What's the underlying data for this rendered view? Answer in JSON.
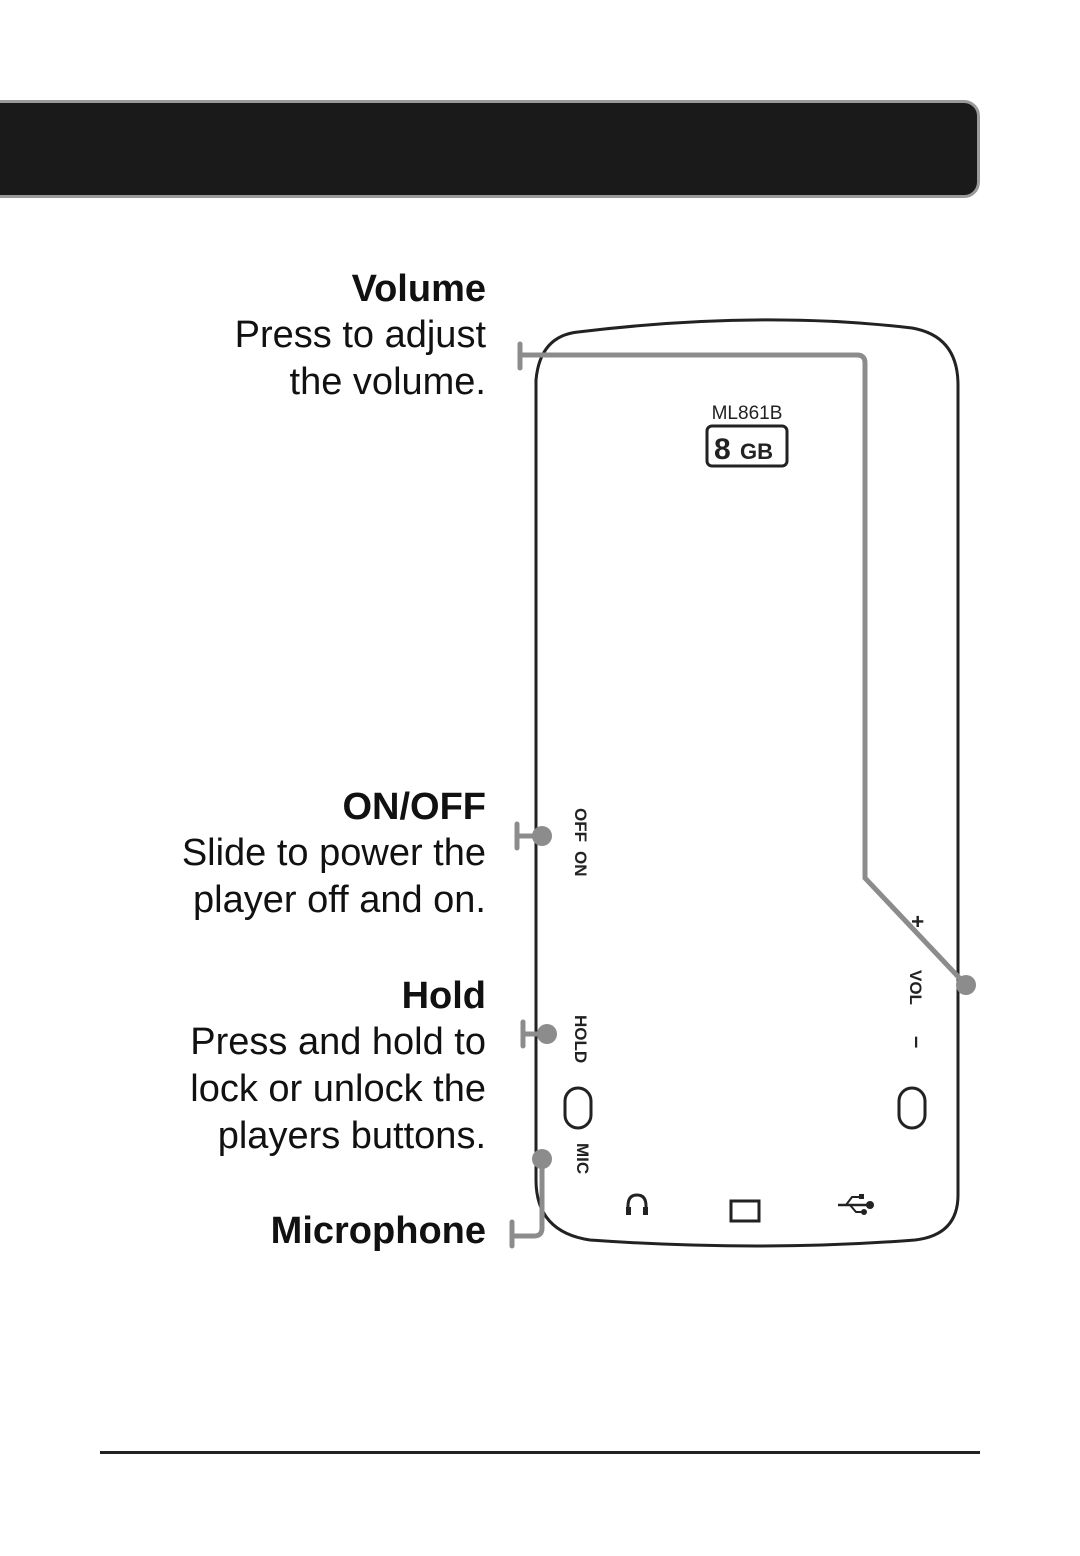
{
  "callouts": {
    "volume": {
      "title": "Volume",
      "desc_lines": [
        "Press to adjust",
        "the volume."
      ]
    },
    "onoff": {
      "title": "ON/OFF",
      "desc_lines": [
        "Slide to power the",
        "player off and on."
      ]
    },
    "hold": {
      "title": "Hold",
      "desc_lines": [
        "Press and hold to",
        "lock or unlock the",
        "players buttons."
      ]
    },
    "microphone": {
      "title": "Microphone"
    }
  },
  "device": {
    "model": "ML861B",
    "capacity_number": "8",
    "capacity_unit": "GB",
    "switch_off_label": "OFF",
    "switch_on_label": "ON",
    "hold_label": "HOLD",
    "mic_label": "MIC",
    "vol_label": "VOL",
    "vol_plus": "+",
    "vol_minus": "–",
    "icons": [
      "headphone-icon",
      "screen-icon",
      "usb-icon"
    ]
  },
  "colors": {
    "header_bar": "#1a1a1a",
    "callout_line": "#8c8c8c",
    "device_outline": "#222222"
  }
}
